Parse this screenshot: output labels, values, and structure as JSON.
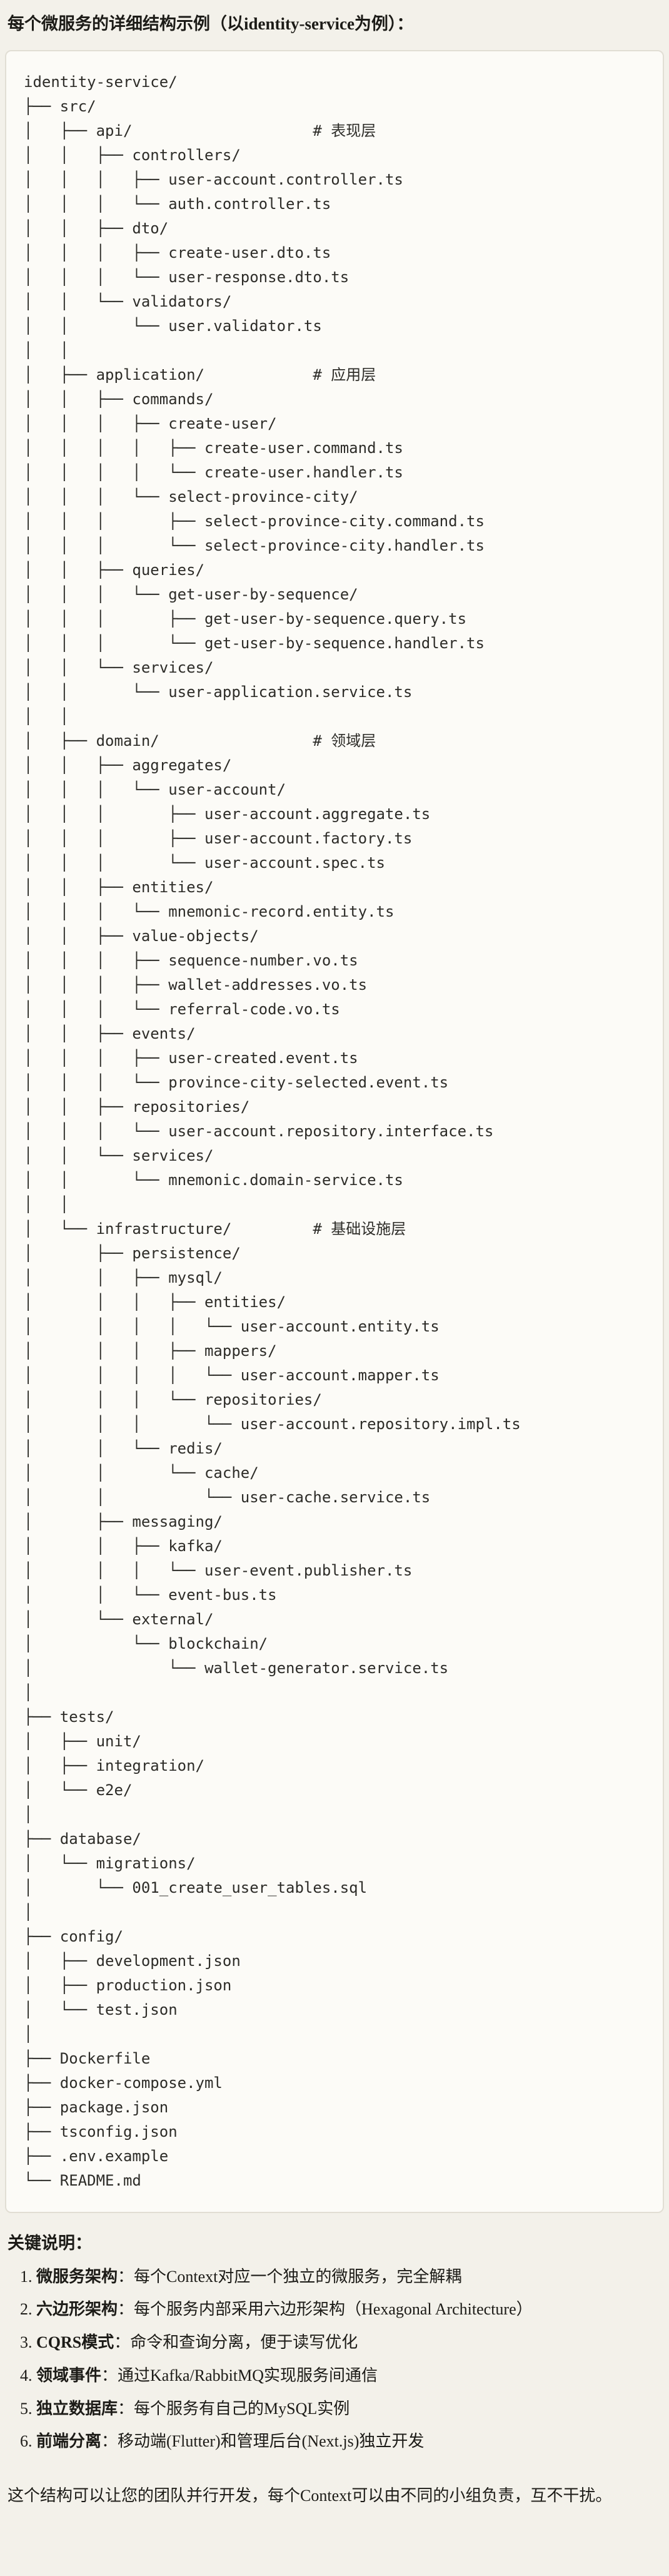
{
  "title": "每个微服务的详细结构示例（以identity-service为例）：",
  "tree": {
    "lines": [
      "identity-service/",
      "├── src/",
      "│   ├── api/                    # 表现层",
      "│   │   ├── controllers/",
      "│   │   │   ├── user-account.controller.ts",
      "│   │   │   └── auth.controller.ts",
      "│   │   ├── dto/",
      "│   │   │   ├── create-user.dto.ts",
      "│   │   │   └── user-response.dto.ts",
      "│   │   └── validators/",
      "│   │       └── user.validator.ts",
      "│   │",
      "│   ├── application/            # 应用层",
      "│   │   ├── commands/",
      "│   │   │   ├── create-user/",
      "│   │   │   │   ├── create-user.command.ts",
      "│   │   │   │   └── create-user.handler.ts",
      "│   │   │   └── select-province-city/",
      "│   │   │       ├── select-province-city.command.ts",
      "│   │   │       └── select-province-city.handler.ts",
      "│   │   ├── queries/",
      "│   │   │   └── get-user-by-sequence/",
      "│   │   │       ├── get-user-by-sequence.query.ts",
      "│   │   │       └── get-user-by-sequence.handler.ts",
      "│   │   └── services/",
      "│   │       └── user-application.service.ts",
      "│   │",
      "│   ├── domain/                 # 领域层",
      "│   │   ├── aggregates/",
      "│   │   │   └── user-account/",
      "│   │   │       ├── user-account.aggregate.ts",
      "│   │   │       ├── user-account.factory.ts",
      "│   │   │       └── user-account.spec.ts",
      "│   │   ├── entities/",
      "│   │   │   └── mnemonic-record.entity.ts",
      "│   │   ├── value-objects/",
      "│   │   │   ├── sequence-number.vo.ts",
      "│   │   │   ├── wallet-addresses.vo.ts",
      "│   │   │   └── referral-code.vo.ts",
      "│   │   ├── events/",
      "│   │   │   ├── user-created.event.ts",
      "│   │   │   └── province-city-selected.event.ts",
      "│   │   ├── repositories/",
      "│   │   │   └── user-account.repository.interface.ts",
      "│   │   └── services/",
      "│   │       └── mnemonic.domain-service.ts",
      "│   │",
      "│   └── infrastructure/         # 基础设施层",
      "│       ├── persistence/",
      "│       │   ├── mysql/",
      "│       │   │   ├── entities/",
      "│       │   │   │   └── user-account.entity.ts",
      "│       │   │   ├── mappers/",
      "│       │   │   │   └── user-account.mapper.ts",
      "│       │   │   └── repositories/",
      "│       │   │       └── user-account.repository.impl.ts",
      "│       │   └── redis/",
      "│       │       └── cache/",
      "│       │           └── user-cache.service.ts",
      "│       ├── messaging/",
      "│       │   ├── kafka/",
      "│       │   │   └── user-event.publisher.ts",
      "│       │   └── event-bus.ts",
      "│       └── external/",
      "│           └── blockchain/",
      "│               └── wallet-generator.service.ts",
      "│",
      "├── tests/",
      "│   ├── unit/",
      "│   ├── integration/",
      "│   └── e2e/",
      "│",
      "├── database/",
      "│   └── migrations/",
      "│       └── 001_create_user_tables.sql",
      "│",
      "├── config/",
      "│   ├── development.json",
      "│   ├── production.json",
      "│   └── test.json",
      "│",
      "├── Dockerfile",
      "├── docker-compose.yml",
      "├── package.json",
      "├── tsconfig.json",
      "├── .env.example",
      "└── README.md"
    ]
  },
  "notes": {
    "heading": "关键说明：",
    "items": [
      {
        "term": "微服务架构",
        "desc": "：每个Context对应一个独立的微服务，完全解耦"
      },
      {
        "term": "六边形架构",
        "desc": "：每个服务内部采用六边形架构（Hexagonal Architecture）"
      },
      {
        "term": "CQRS模式",
        "desc": "：命令和查询分离，便于读写优化"
      },
      {
        "term": "领域事件",
        "desc": "：通过Kafka/RabbitMQ实现服务间通信"
      },
      {
        "term": "独立数据库",
        "desc": "：每个服务有自己的MySQL实例"
      },
      {
        "term": "前端分离",
        "desc": "：移动端(Flutter)和管理后台(Next.js)独立开发"
      }
    ]
  },
  "closing": "这个结构可以让您的团队并行开发，每个Context可以由不同的小组负责，互不干扰。",
  "colors": {
    "page_bg": "#F3F1EA",
    "code_block_bg": "#FCFBF7",
    "code_block_border": "#E1DED4",
    "text": "#1C1B17",
    "code_text": "#2D2C28"
  }
}
